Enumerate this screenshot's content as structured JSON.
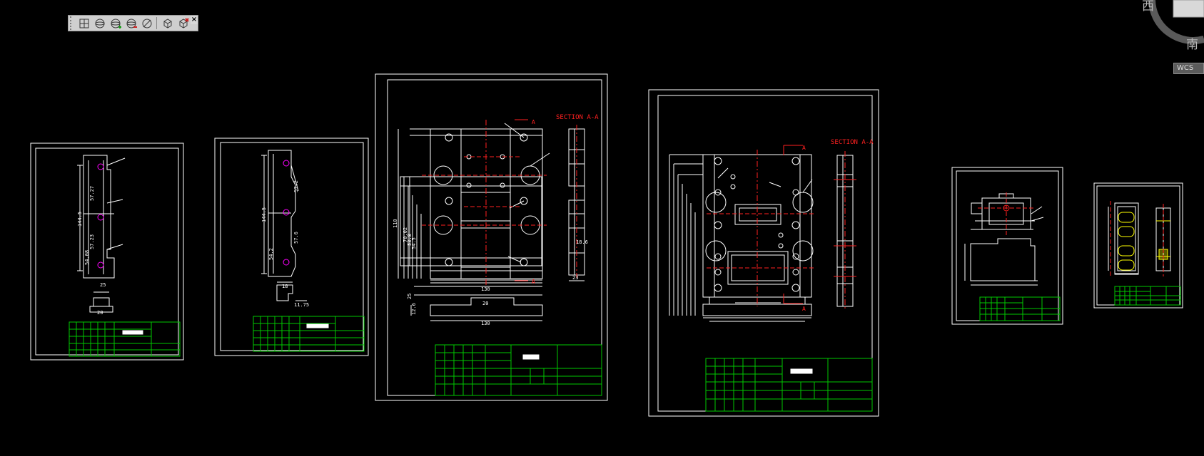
{
  "toolbar": {
    "buttons": [
      "box-icon",
      "cylinder-icon",
      "sphere-add-icon",
      "sphere-remove-icon",
      "slice-icon",
      "cube-icon",
      "cube-delete-icon"
    ],
    "close_label": "×"
  },
  "viewcube": {
    "west_label": "西",
    "south_label": "南",
    "wcs_label": "WCS"
  },
  "sheets": {
    "sheet3": {
      "section_label": "SECTION A-A",
      "marker": "A",
      "dim_bottom": "130",
      "dim_bottom2": "130",
      "dim_left": "110",
      "dim_left2": "70.02",
      "dim_left3": "53.8",
      "dim_left4": "54.5",
      "dim_side": "18.6",
      "dim_side2": "23",
      "dim_small": "20",
      "dim_small2": "12.6",
      "dim_small3": "25"
    },
    "sheet4": {
      "section_label": "SECTION A-A",
      "marker": "A"
    },
    "sheet1": {
      "dim_a": "57.27",
      "dim_b": "144.5",
      "dim_c": "57.23",
      "dim_d": "54.08",
      "dim_e": "25",
      "dim_f": "20"
    },
    "sheet2": {
      "dim_a": "144.5",
      "dim_b": "57.2",
      "dim_c": "54.2",
      "dim_d": "57.6",
      "dim_e": "18",
      "dim_f": "11.75"
    }
  }
}
